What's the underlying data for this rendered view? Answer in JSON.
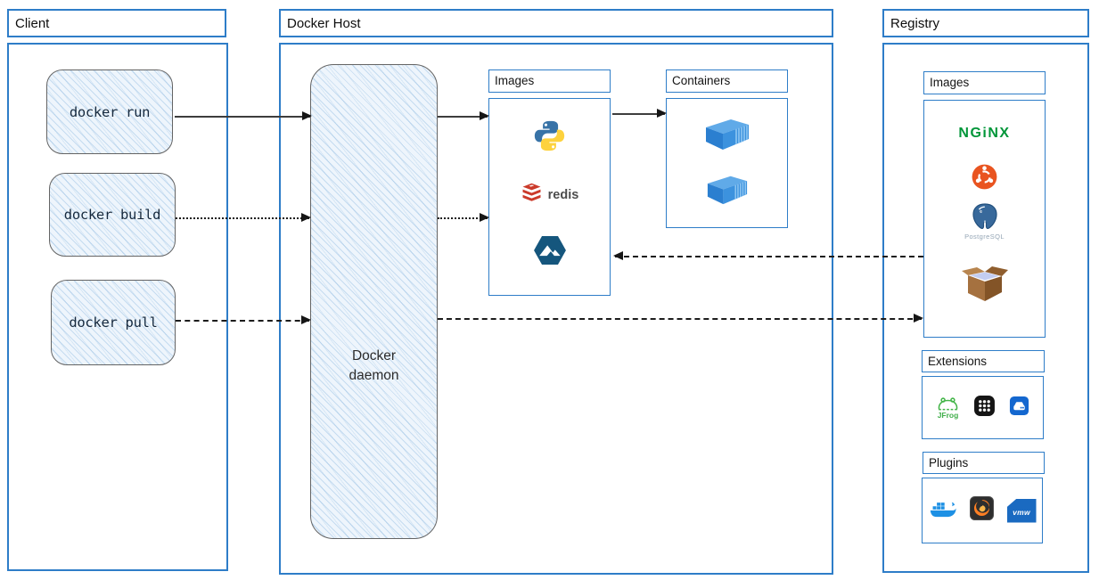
{
  "client": {
    "title": "Client",
    "commands": [
      {
        "id": "docker-run",
        "label": "docker run"
      },
      {
        "id": "docker-build",
        "label": "docker build"
      },
      {
        "id": "docker-pull",
        "label": "docker pull"
      }
    ]
  },
  "docker_host": {
    "title": "Docker Host",
    "daemon": {
      "line1": "Docker",
      "line2": "daemon"
    },
    "images": {
      "title": "Images",
      "items": [
        {
          "icon": "python-icon"
        },
        {
          "icon": "redis-icon",
          "label": "redis"
        },
        {
          "icon": "alpine-icon"
        }
      ]
    },
    "containers": {
      "title": "Containers",
      "container_count": 2,
      "items": [
        {
          "icon": "container-icon"
        },
        {
          "icon": "container-icon"
        }
      ]
    }
  },
  "registry": {
    "title": "Registry",
    "images": {
      "title": "Images",
      "items": [
        {
          "icon": "nginx-icon",
          "label": "NGiNX"
        },
        {
          "icon": "ubuntu-icon"
        },
        {
          "icon": "postgresql-icon",
          "label": "PostgreSQL"
        },
        {
          "icon": "package-box-icon"
        }
      ]
    },
    "extensions": {
      "title": "Extensions",
      "items": [
        {
          "icon": "jfrog-icon",
          "label": "JFrog"
        },
        {
          "icon": "app-grid-icon"
        },
        {
          "icon": "drive-app-icon"
        }
      ]
    },
    "plugins": {
      "title": "Plugins",
      "items": [
        {
          "icon": "docker-whale-icon"
        },
        {
          "icon": "grafana-icon"
        },
        {
          "icon": "vmware-icon",
          "label": "vmw"
        }
      ]
    }
  },
  "connections": [
    {
      "from": "docker run",
      "to": "Docker daemon",
      "style": "solid"
    },
    {
      "from": "Docker daemon",
      "to": "Docker Host Images",
      "style": "solid"
    },
    {
      "from": "Docker Host Images",
      "to": "Containers",
      "style": "solid"
    },
    {
      "from": "docker build",
      "to": "Docker daemon",
      "style": "dotted"
    },
    {
      "from": "Docker daemon",
      "to": "Docker Host Images",
      "style": "dotted"
    },
    {
      "from": "docker pull",
      "to": "Docker daemon",
      "style": "dashed"
    },
    {
      "from": "Docker daemon",
      "to": "Registry Images",
      "style": "dashed"
    },
    {
      "from": "Registry Images",
      "to": "Docker Host Images",
      "style": "dashed"
    }
  ],
  "colors": {
    "frame_blue": "#2e7dc8",
    "nginx_green": "#009639",
    "ubuntu_orange": "#e95420",
    "redis_red": "#cb3a2a",
    "python_blue": "#3873a7",
    "python_yellow": "#fdd23d",
    "alpine_teal": "#15567d",
    "docker_blue": "#1d90e4",
    "container_blue": "#3c92de"
  }
}
